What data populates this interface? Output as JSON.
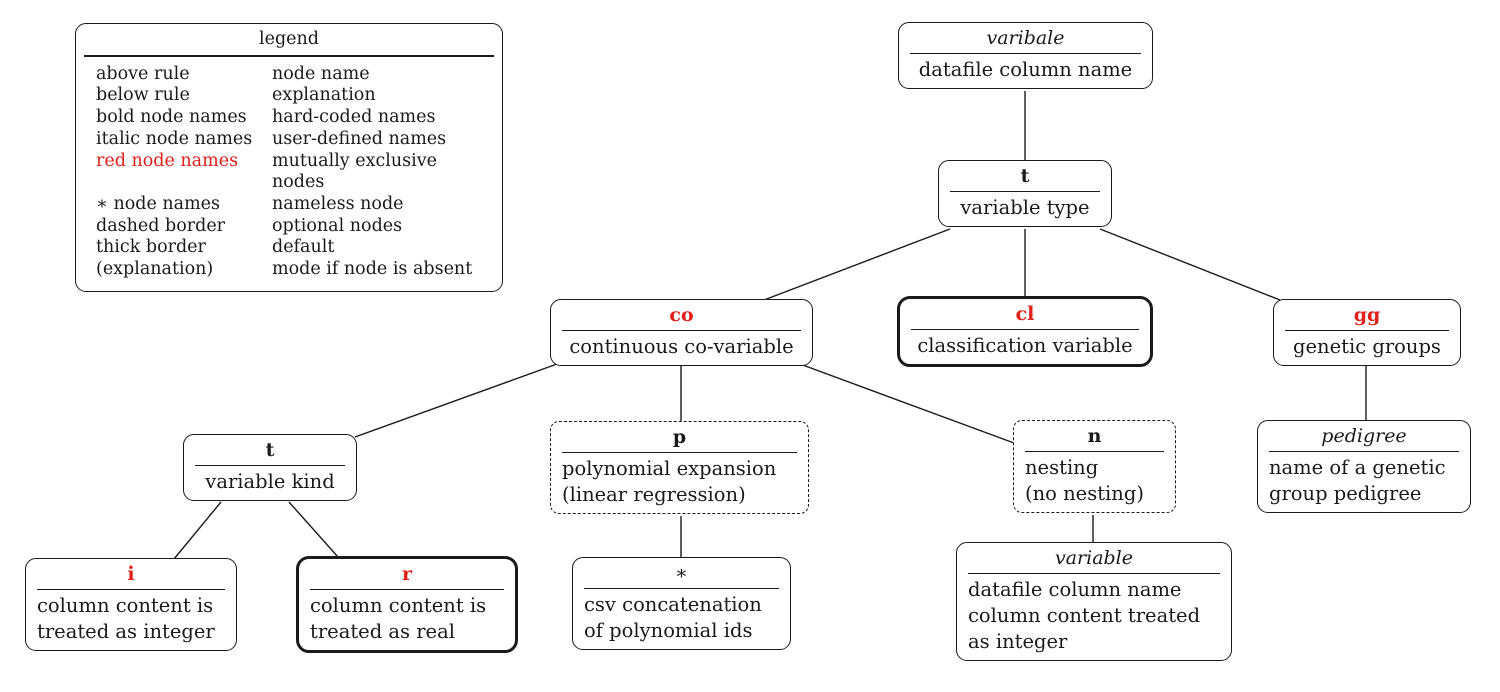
{
  "colors": {
    "red_name_color": "#e02019",
    "ink": "#1a1a1a"
  },
  "legend": {
    "title": "legend",
    "rows": [
      {
        "key": "above rule",
        "value": "node name"
      },
      {
        "key": "below rule",
        "value": "explanation"
      },
      {
        "key": "bold node names",
        "value": "hard-coded names"
      },
      {
        "key": "italic node names",
        "value": "user-defined names"
      },
      {
        "key": "red node names",
        "value": "mutually exclusive nodes"
      },
      {
        "key": "∗ node names",
        "value": "nameless node"
      },
      {
        "key": "dashed border",
        "value": "optional nodes"
      },
      {
        "key": "thick border",
        "value": "default"
      },
      {
        "key": "(explanation)",
        "value": "mode if node is absent"
      }
    ]
  },
  "nodes": {
    "varibale": {
      "name": "varibale",
      "expl": "datafile column name"
    },
    "t_type": {
      "name": "t",
      "expl": "variable type"
    },
    "co": {
      "name": "co",
      "expl": "continuous co-variable"
    },
    "cl": {
      "name": "cl",
      "expl": "classification variable"
    },
    "gg": {
      "name": "gg",
      "expl": "genetic groups"
    },
    "t_kind": {
      "name": "t",
      "expl": "variable kind"
    },
    "p": {
      "name": "p",
      "expl": "polynomial expansion\n(linear regression)"
    },
    "n": {
      "name": "n",
      "expl": "nesting\n(no nesting)"
    },
    "pedigree": {
      "name": "pedigree",
      "expl": "name of a genetic\ngroup pedigree"
    },
    "i": {
      "name": "i",
      "expl": "column content is\ntreated as integer"
    },
    "r": {
      "name": "r",
      "expl": "column content is\ntreated as real"
    },
    "star": {
      "name": "∗",
      "expl": "csv concatenation\nof polynomial ids"
    },
    "variable": {
      "name": "variable",
      "expl": "datafile column name\ncolumn content treated\nas integer"
    }
  }
}
